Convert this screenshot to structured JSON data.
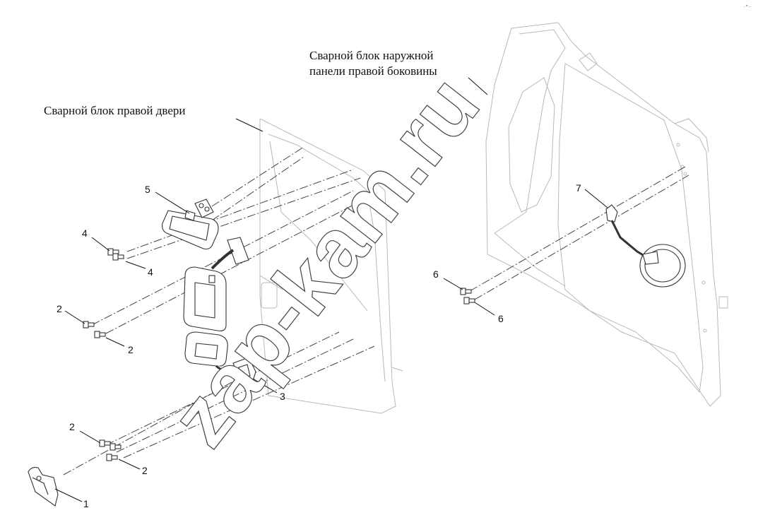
{
  "labels": {
    "side_panel": "Сварной блок наружной\nпанели правой боковины",
    "door": "Сварной блок правой двери"
  },
  "callouts": {
    "c1": "1",
    "c2a": "2",
    "c2b": "2",
    "c2c": "2",
    "c2d": "2",
    "c3": "3",
    "c4a": "4",
    "c4b": "4",
    "c5": "5",
    "c6a": "6",
    "c6b": "6",
    "c7": "7"
  },
  "watermark": "zap-kam.ru"
}
